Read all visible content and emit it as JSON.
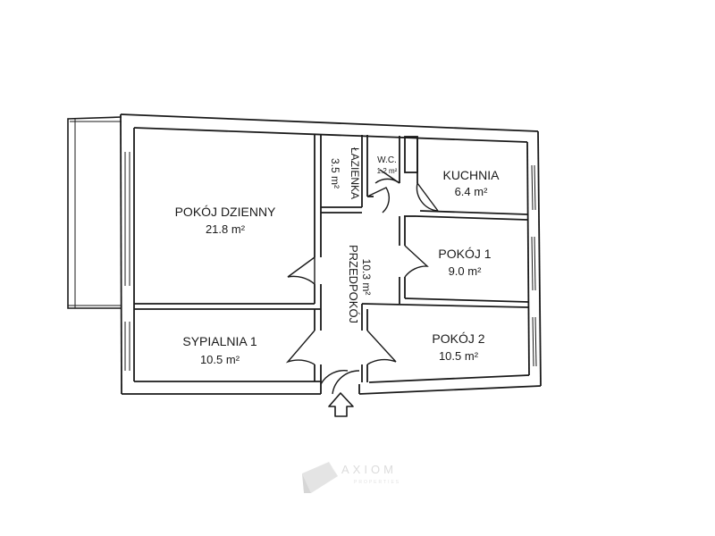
{
  "rooms": {
    "living_room": {
      "name": "POKÓJ DZIENNY",
      "area": "21.8 m²"
    },
    "bedroom_1": {
      "name": "SYPIALNIA 1",
      "area": "10.5 m²"
    },
    "bathroom": {
      "name": "ŁAZIENKA",
      "area": "3.5 m²"
    },
    "wc": {
      "name": "W.C.",
      "area": "1.2 m²"
    },
    "kitchen": {
      "name": "KUCHNIA",
      "area": "6.4 m²"
    },
    "room_1": {
      "name": "POKÓJ 1",
      "area": "9.0 m²"
    },
    "room_2": {
      "name": "POKÓJ 2",
      "area": "10.5 m²"
    },
    "hallway": {
      "name": "PRZEDPOKÓJ",
      "area": "10.3 m²"
    }
  },
  "entrance": {
    "icon": "entrance-arrow-icon"
  },
  "watermark": {
    "name": "AXIOM",
    "subtitle": "PROPERTIES",
    "logo": "axiom-logo-icon"
  },
  "colors": {
    "wall": "#1a1a1a",
    "background": "#ffffff",
    "watermark": "#d8d8d8"
  }
}
